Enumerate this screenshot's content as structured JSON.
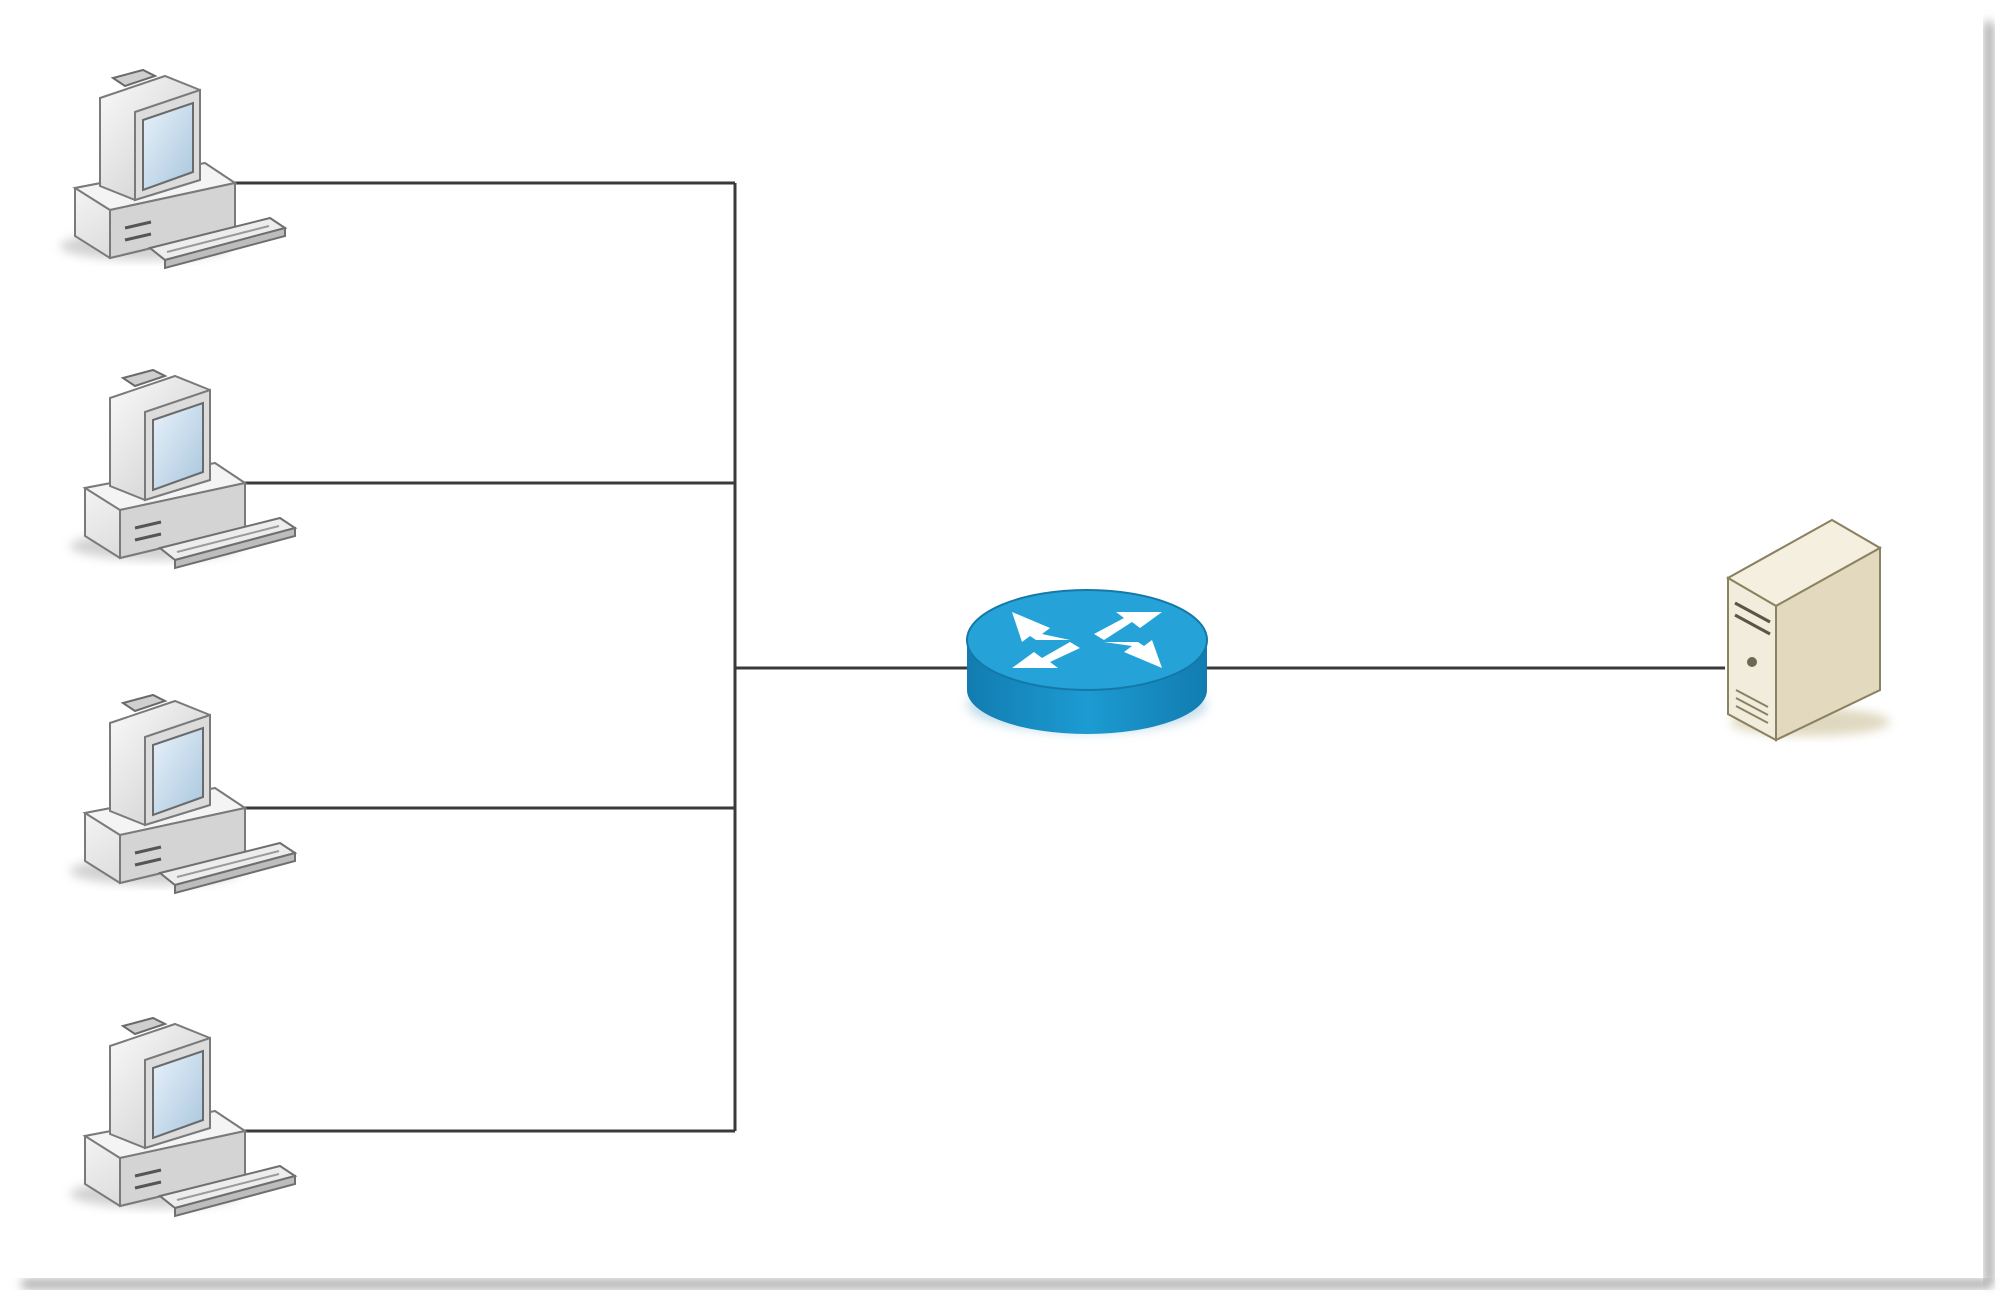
{
  "diagram": {
    "type": "network-topology",
    "colors": {
      "background": "#ffffff",
      "frame_shadow": "#8a8a8a",
      "link": "#3a3a3a",
      "router": "#1f95c8",
      "router_dark": "#1479a8",
      "router_arrow": "#ffffff",
      "computer_body": "#e6e6e6",
      "computer_screen": "#c9dff0",
      "server_body": "#ebe3cf"
    },
    "nodes": [
      {
        "id": "pc-1",
        "kind": "computer",
        "icon": "desktop-computer-icon"
      },
      {
        "id": "pc-2",
        "kind": "computer",
        "icon": "desktop-computer-icon"
      },
      {
        "id": "pc-3",
        "kind": "computer",
        "icon": "desktop-computer-icon"
      },
      {
        "id": "pc-4",
        "kind": "computer",
        "icon": "desktop-computer-icon"
      },
      {
        "id": "router-1",
        "kind": "router",
        "icon": "router-icon"
      },
      {
        "id": "server-1",
        "kind": "server",
        "icon": "tower-server-icon"
      }
    ],
    "links": [
      {
        "from": "pc-1",
        "to": "router-1"
      },
      {
        "from": "pc-2",
        "to": "router-1"
      },
      {
        "from": "pc-3",
        "to": "router-1"
      },
      {
        "from": "pc-4",
        "to": "router-1"
      },
      {
        "from": "router-1",
        "to": "server-1"
      }
    ]
  }
}
